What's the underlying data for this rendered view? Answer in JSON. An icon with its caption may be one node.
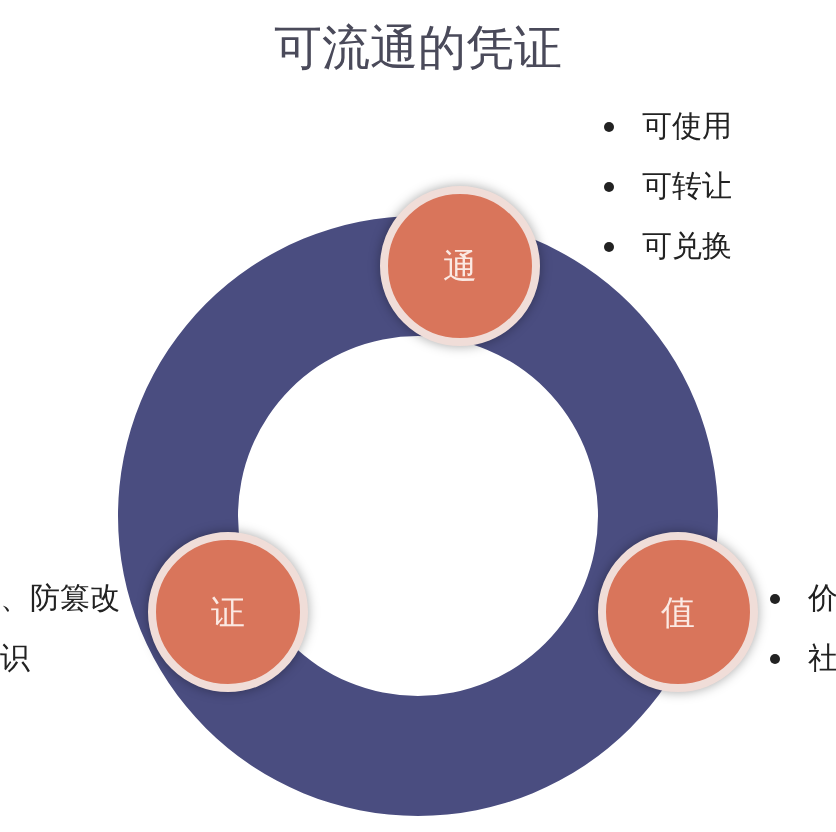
{
  "diagram": {
    "title": "可流通的凭证",
    "nodes": [
      {
        "text": [
          "通"
        ],
        "beside": [
          "可使用",
          "可转让",
          "可兑换"
        ]
      },
      {
        "text": [
          "证"
        ],
        "beside": [
          "、防篡改",
          "识"
        ]
      },
      {
        "text": [
          "值"
        ],
        "beside": [
          "价",
          "社"
        ]
      }
    ]
  }
}
